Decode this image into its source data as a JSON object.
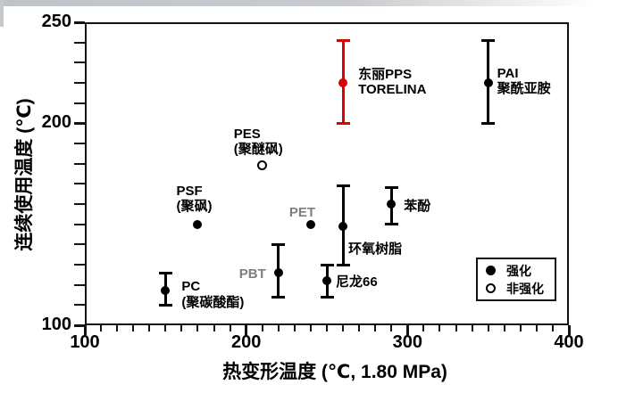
{
  "chart_data": {
    "type": "scatter",
    "title": "",
    "xlabel": "热变形温度 (℃, 1.80 MPa)",
    "ylabel": "连续使用温度 (℃)",
    "xlim": [
      100,
      400
    ],
    "ylim": [
      100,
      250
    ],
    "x_major_ticks": [
      100,
      200,
      300,
      400
    ],
    "x_minor_step": 10,
    "y_labeled_ticks": [
      100,
      200,
      250
    ],
    "y_minor_step": 10,
    "grid": false,
    "colors": {
      "default": "#000000",
      "highlight": "#dd0000",
      "muted_label": "#7f7f7f"
    },
    "legend": {
      "position": "lower-right",
      "items": [
        {
          "marker": "filled",
          "label": "强化"
        },
        {
          "marker": "open",
          "label": "非强化"
        }
      ]
    },
    "points": [
      {
        "id": "toray-pps",
        "label_lines": [
          "东丽PPS",
          "TORELINA"
        ],
        "x": 260,
        "y": 220,
        "y_low": 200,
        "y_high": 241,
        "marker": "filled",
        "color": "#dd0000",
        "label_color": "#000000",
        "label_dx": 17,
        "label_dy": -18
      },
      {
        "id": "pai",
        "label_lines": [
          "PAI",
          "聚酰亚胺"
        ],
        "x": 350,
        "y": 220,
        "y_low": 200,
        "y_high": 241,
        "marker": "filled",
        "color": "#000000",
        "label_color": "#000000",
        "label_dx": 10,
        "label_dy": -19
      },
      {
        "id": "pes",
        "label_lines": [
          "PES",
          "(聚醚砜)"
        ],
        "x": 210,
        "y": 179,
        "marker": "open",
        "color": "#000000",
        "label_color": "#000000",
        "label_dx": -32,
        "label_dy": -44
      },
      {
        "id": "psf",
        "label_lines": [
          "PSF",
          "(聚砜)"
        ],
        "x": 170,
        "y": 150,
        "marker": "filled",
        "color": "#000000",
        "label_color": "#000000",
        "label_dx": -24,
        "label_dy": -46
      },
      {
        "id": "pet",
        "label_lines": [
          "PET"
        ],
        "x": 240,
        "y": 150,
        "marker": "filled",
        "color": "#000000",
        "label_color": "#7f7f7f",
        "label_dx": -24,
        "label_dy": -22
      },
      {
        "id": "pbt",
        "label_lines": [
          "PBT"
        ],
        "x": 220,
        "y": 126,
        "y_low": 114,
        "y_high": 140,
        "marker": "filled",
        "color": "#000000",
        "label_color": "#7f7f7f",
        "label_dx": -44,
        "label_dy": -7
      },
      {
        "id": "pc",
        "label_lines": [
          "PC",
          "(聚碳酸酯)"
        ],
        "x": 150,
        "y": 117,
        "y_low": 110,
        "y_high": 126,
        "marker": "filled",
        "color": "#000000",
        "label_color": "#000000",
        "label_dx": 18,
        "label_dy": -13
      },
      {
        "id": "nylon66",
        "label_lines": [
          "尼龙66"
        ],
        "x": 250,
        "y": 122,
        "y_low": 114,
        "y_high": 130,
        "marker": "filled",
        "color": "#000000",
        "label_color": "#000000",
        "label_dx": 10,
        "label_dy": -7
      },
      {
        "id": "epoxy",
        "label_lines": [
          "环氧树脂"
        ],
        "x": 260,
        "y": 149,
        "y_low": 130,
        "y_high": 169,
        "marker": "filled",
        "color": "#000000",
        "label_color": "#000000",
        "label_dx": 6,
        "label_dy": 17
      },
      {
        "id": "phenol",
        "label_lines": [
          "苯酚"
        ],
        "x": 290,
        "y": 160,
        "y_low": 150,
        "y_high": 168,
        "marker": "filled",
        "color": "#000000",
        "label_color": "#000000",
        "label_dx": 14,
        "label_dy": -6
      }
    ]
  }
}
